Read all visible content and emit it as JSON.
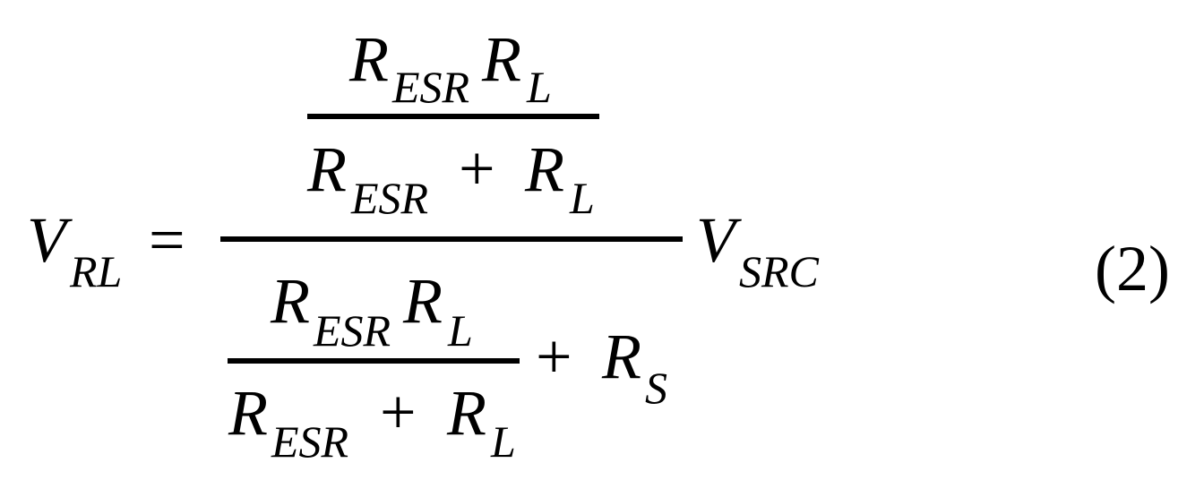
{
  "equation": {
    "lhs": {
      "main": "V",
      "sub": "RL"
    },
    "equals": "=",
    "rhs_factor": {
      "main": "V",
      "sub": "SRC"
    },
    "equation_number": "(2)",
    "outer_numerator": {
      "numerator": {
        "r1": "R",
        "r1_sub": "ESR",
        "r2": "R",
        "r2_sub": "L"
      },
      "denominator": {
        "r1": "R",
        "r1_sub": "ESR",
        "plus": "+",
        "r2": "R",
        "r2_sub": "L"
      }
    },
    "outer_denominator": {
      "numerator": {
        "r1": "R",
        "r1_sub": "ESR",
        "r2": "R",
        "r2_sub": "L"
      },
      "denominator": {
        "r1": "R",
        "r1_sub": "ESR",
        "plus": "+",
        "r2": "R",
        "r2_sub": "L"
      },
      "plus": "+",
      "rs": "R",
      "rs_sub": "S"
    }
  }
}
